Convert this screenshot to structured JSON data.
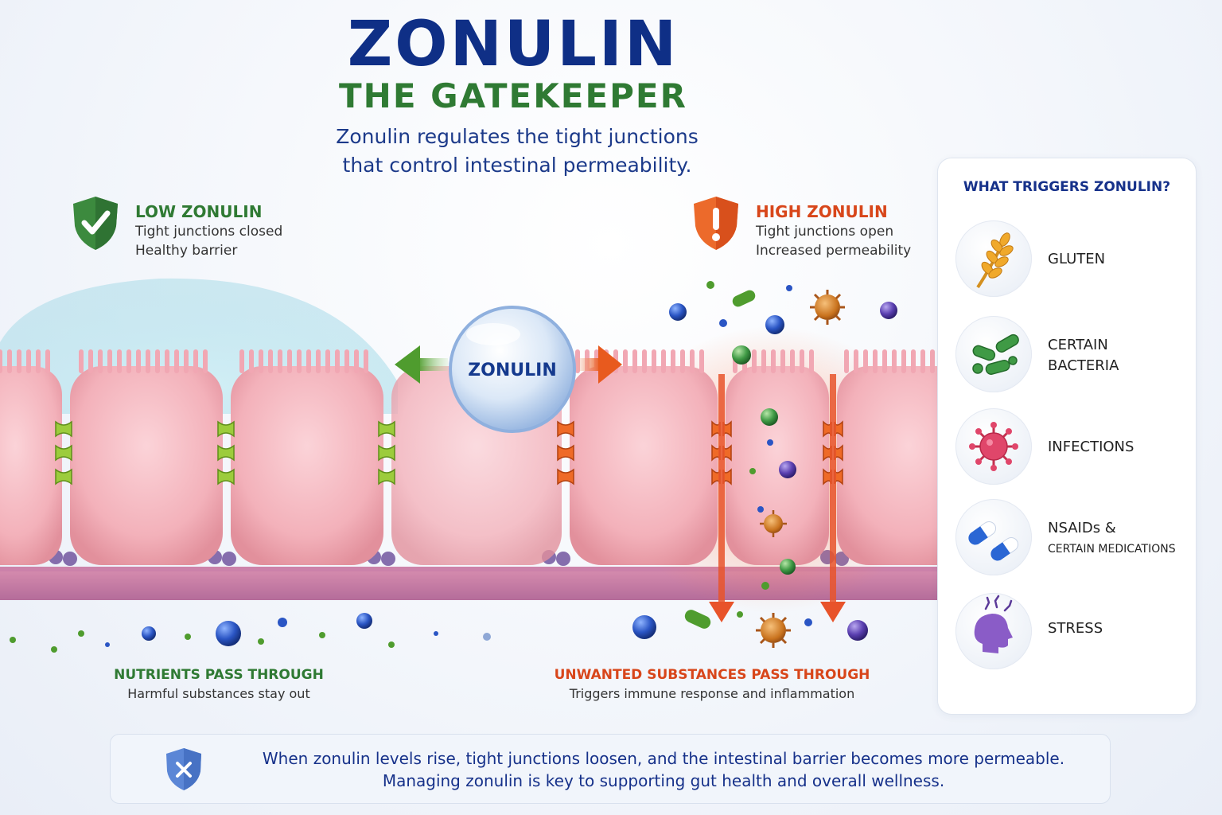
{
  "header": {
    "title": "ZONULIN",
    "subtitle": "THE GATEKEEPER",
    "tagline_line1": "Zonulin regulates the tight junctions",
    "tagline_line2": "that control intestinal permeability."
  },
  "low_state": {
    "title": "LOW ZONULIN",
    "line1": "Tight junctions closed",
    "line2": "Healthy barrier",
    "icon": "check-shield-icon",
    "color": "#2f7a33"
  },
  "high_state": {
    "title": "HIGH ZONULIN",
    "line1": "Tight junctions open",
    "line2": "Increased permeability",
    "icon": "alert-shield-icon",
    "color": "#e0561f"
  },
  "center": {
    "label": "ZONULIN"
  },
  "captions": {
    "nutrients_title": "NUTRIENTS PASS THROUGH",
    "nutrients_line": "Harmful substances stay out",
    "unwanted_title": "UNWANTED SUBSTANCES PASS THROUGH",
    "unwanted_line": "Triggers immune response and inflammation"
  },
  "triggers": {
    "title": "WHAT TRIGGERS ZONULIN?",
    "items": [
      {
        "label": "GLUTEN",
        "icon": "wheat-icon"
      },
      {
        "label": "CERTAIN",
        "label2": "BACTERIA",
        "icon": "bacteria-icon"
      },
      {
        "label": "INFECTIONS",
        "icon": "virus-icon"
      },
      {
        "label": "NSAIDs &",
        "label2": "CERTAIN MEDICATIONS",
        "icon": "pill-icon"
      },
      {
        "label": "STRESS",
        "icon": "stressed-head-icon"
      }
    ]
  },
  "footer": {
    "line1": "When zonulin levels rise, tight junctions loosen, and the intestinal barrier becomes more permeable.",
    "line2": "Managing zonulin is key to supporting gut health and overall wellness.",
    "icon": "shield-cross-icon"
  },
  "colors": {
    "navy": "#0f2f86",
    "green": "#2f7a33",
    "orange": "#e0561f",
    "cell_pink": "#f5b8c0"
  }
}
